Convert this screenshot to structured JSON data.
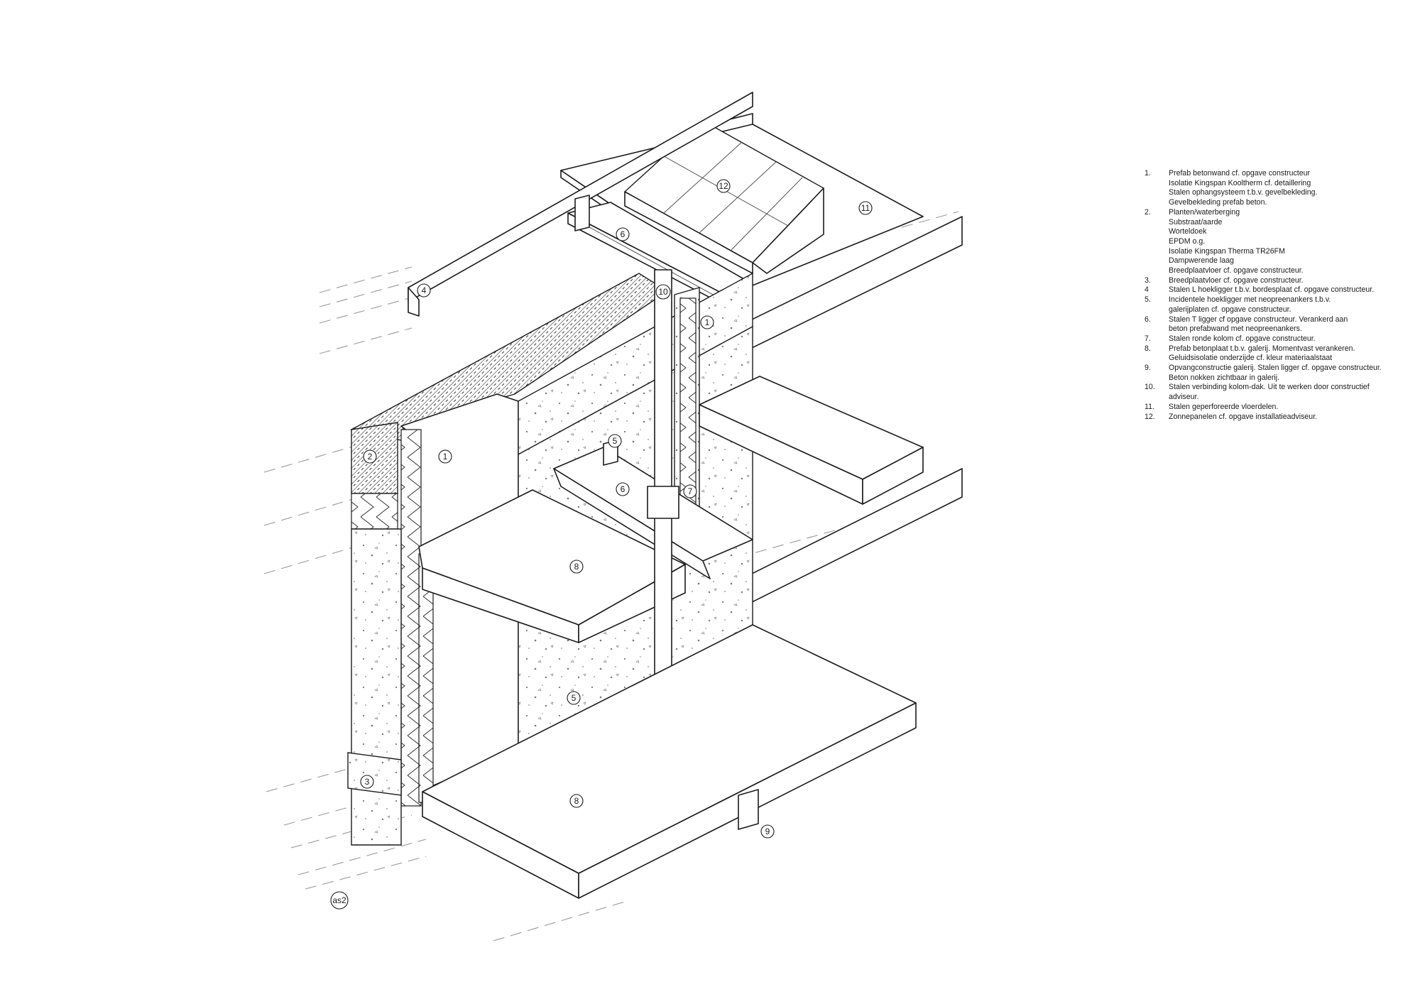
{
  "drawing": {
    "labels": {
      "l1a": "1",
      "l1b": "1",
      "l2": "2",
      "l3": "3",
      "l4": "4",
      "l5a": "5",
      "l5b": "5",
      "l6a": "6",
      "l6b": "6",
      "l7": "7",
      "l8a": "8",
      "l8b": "8",
      "l9": "9",
      "l10": "10",
      "l11": "11",
      "l12": "12",
      "as2": "as2"
    }
  },
  "legend": [
    {
      "num": "1.",
      "lines": [
        "Prefab betonwand cf. opgave constructeur",
        "Isolatie Kingspan Kooltherm cf. detaillering",
        "Stalen ophangsysteem t.b.v. gevelbekleding.",
        "Gevelbekleding prefab beton."
      ]
    },
    {
      "num": "2.",
      "lines": [
        "Planten/waterberging",
        "Substraat/aarde",
        "Worteldoek",
        "EPDM o.g.",
        "Isolatie Kingspan Therma TR26FM",
        "Dampwerende laag",
        "Breedplaatvloer cf. opgave constructeur."
      ]
    },
    {
      "num": "3.",
      "lines": [
        "Breedplaatvloer cf. opgave constructeur."
      ]
    },
    {
      "num": "4",
      "lines": [
        "Stalen L hoekligger t.b.v. bordesplaat cf. opgave constructeur."
      ]
    },
    {
      "num": "5.",
      "lines": [
        "Incidentele hoekligger met neopreenankers t.b.v.",
        "galerijplaten cf. opgave constructeur."
      ]
    },
    {
      "num": "6.",
      "lines": [
        "Stalen T ligger cf opgave constructeur.  Verankerd aan",
        "beton prefabwand met neopreenankers."
      ]
    },
    {
      "num": "7.",
      "lines": [
        "Stalen ronde kolom cf. opgave constructeur."
      ]
    },
    {
      "num": "8.",
      "lines": [
        "Prefab betonplaat t.b.v. galerij.  Momentvast verankeren.",
        "Geluidsisolatie onderzijde cf. kleur materiaalstaat"
      ]
    },
    {
      "num": "9.",
      "lines": [
        "Opvangconstructie galerij. Stalen ligger cf. opgave constructeur.",
        "Beton nokken zichtbaar in galerij."
      ]
    },
    {
      "num": "10.",
      "lines": [
        "Stalen verbinding kolom-dak. Uit te werken door constructief",
        "adviseur."
      ]
    },
    {
      "num": "11.",
      "lines": [
        "Stalen geperforeerde vloerdelen."
      ]
    },
    {
      "num": "12.",
      "lines": [
        "Zonnepanelen cf. opgave installatieadviseur."
      ]
    }
  ]
}
